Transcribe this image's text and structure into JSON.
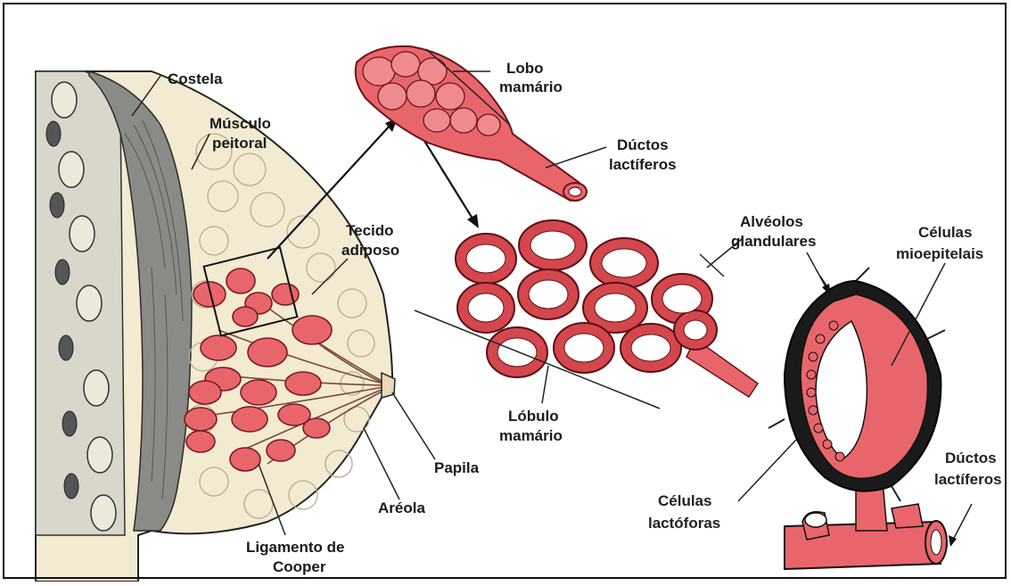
{
  "labels": {
    "costela": "Costela",
    "musculo_1": "Músculo",
    "musculo_2": "peitoral",
    "tecido_1": "Tecido",
    "tecido_2": "adiposo",
    "lobo_1": "Lobo",
    "lobo_2": "mamário",
    "ductos_1": "Dúctos",
    "ductos_2": "lactíferos",
    "alveolos_1": "Alvéolos",
    "alveolos_2": "glandulares",
    "celulas_mio_1": "Células",
    "celulas_mio_2": "mioepitelais",
    "lobulo_1": "Lóbulo",
    "lobulo_2": "mamário",
    "papila": "Papila",
    "areola": "Aréola",
    "ligamento_1": "Ligamento de",
    "ligamento_2": "Cooper",
    "celulas_lac_1": "Células",
    "celulas_lac_2": "lactóforas",
    "ductos_b_1": "Dúctos",
    "ductos_b_2": "lactíferos"
  },
  "colors": {
    "gland": "#e8666b",
    "gland_dark": "#7a1a1e",
    "skin": "#f3ead2",
    "muscle": "#8a8a86",
    "line": "#1a1a1a"
  }
}
